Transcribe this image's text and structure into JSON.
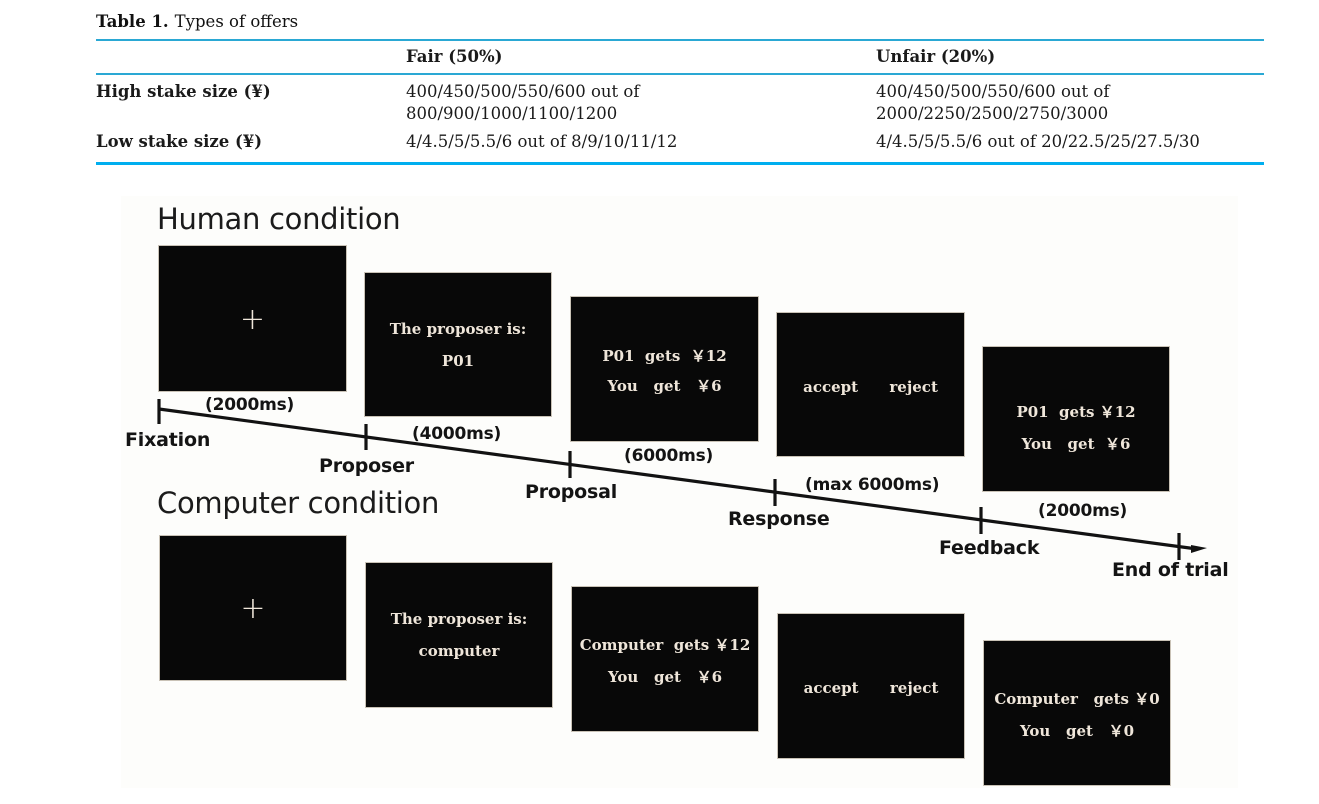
{
  "table": {
    "caption_label": "Table 1.",
    "caption_text": "Types of offers",
    "headers": [
      "",
      "Fair (50%)",
      "Unfair (20%)"
    ],
    "rows": [
      {
        "label": "High stake size (¥)",
        "fair_line1": "400/450/500/550/600 out of",
        "fair_line2": "800/900/1000/1100/1200",
        "unfair_line1": "400/450/500/550/600 out of",
        "unfair_line2": "2000/2250/2500/2750/3000"
      },
      {
        "label": "Low stake size (¥)",
        "fair_line1": "4/4.5/5/5.5/6 out of 8/9/10/11/12",
        "fair_line2": "",
        "unfair_line1": "4/4.5/5/5.5/6 out of 20/22.5/25/27.5/30",
        "unfair_line2": ""
      }
    ],
    "rule_color_thin": "#2aa8d4",
    "rule_color_thick": "#00aeef"
  },
  "figure": {
    "human": {
      "title": "Human condition",
      "screens": [
        {
          "name": "fixation",
          "glyph": "+",
          "lines": []
        },
        {
          "name": "proposer",
          "glyph": "",
          "lines": [
            "The proposer is:",
            "P01"
          ]
        },
        {
          "name": "proposal",
          "glyph": "",
          "lines": [
            "P01  gets  ￥12",
            "You   get   ￥6"
          ]
        },
        {
          "name": "response",
          "glyph": "",
          "lines": [
            "accept      reject"
          ]
        },
        {
          "name": "feedback",
          "glyph": "",
          "lines": [
            "P01  gets ￥12",
            "You   get  ￥6"
          ]
        }
      ]
    },
    "computer": {
      "title": "Computer condition",
      "screens": [
        {
          "name": "fixation",
          "glyph": "+",
          "lines": []
        },
        {
          "name": "proposer",
          "glyph": "",
          "lines": [
            "The proposer is:",
            "computer"
          ]
        },
        {
          "name": "proposal",
          "glyph": "",
          "lines": [
            "Computer  gets ￥12",
            "You   get   ￥6"
          ]
        },
        {
          "name": "response",
          "glyph": "",
          "lines": [
            "accept      reject"
          ]
        },
        {
          "name": "feedback",
          "glyph": "",
          "lines": [
            "Computer   gets ￥0",
            "You   get   ￥0"
          ]
        }
      ]
    },
    "durations": [
      "(2000ms)",
      "(4000ms)",
      "(6000ms)",
      "(max 6000ms)",
      "(2000ms)"
    ],
    "events": [
      "Fixation",
      "Proposer",
      "Proposal",
      "Response",
      "Feedback",
      "End of trial"
    ]
  }
}
